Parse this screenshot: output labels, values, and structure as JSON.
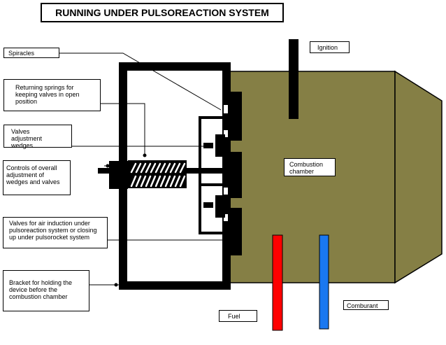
{
  "title": "RUNNING UNDER PULSOREACTION SYSTEM",
  "labels": {
    "spiracles": "Spiracles",
    "returning_springs": "Returning springs for keeping valves in open position",
    "valves_adjustment": "Valves adjustment wedges",
    "controls": "Controls of overall adjustment of wedges and valves",
    "valves_air": "Valves for air induction under pulsoreaction system or closing up under pulsorocket system",
    "bracket": "Bracket for holding the device before the combustion chamber",
    "ignition": "Ignition",
    "combustion_chamber": "Combustion chamber",
    "fuel": "Fuel",
    "comburant": "Comburant"
  },
  "colors": {
    "chamber": "#857f45",
    "fuel_pipe": "#ff0000",
    "comburant_pipe": "#1a78f0",
    "structure": "#000000"
  }
}
